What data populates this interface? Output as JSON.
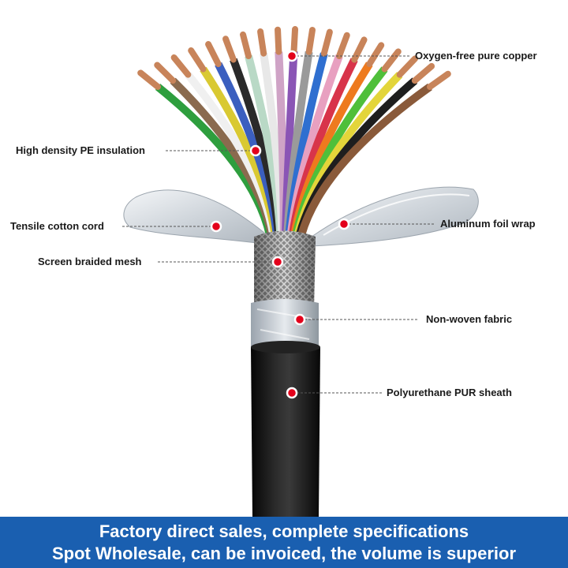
{
  "callouts": {
    "copper": "Oxygen-free pure copper",
    "pe_insulation": "High density PE insulation",
    "cotton_cord": "Tensile cotton cord",
    "foil_wrap": "Aluminum foil wrap",
    "braided_mesh": "Screen braided mesh",
    "non_woven": "Non-woven fabric",
    "pur_sheath": "Polyurethane PUR sheath"
  },
  "banner": {
    "line1": "Factory direct sales, complete specifications",
    "line2": "Spot Wholesale, can be invoiced, the volume is superior"
  },
  "colors": {
    "banner_bg": "#1a5fb0",
    "marker_red": "#e3001b",
    "sheath_black": "#141414",
    "copper": "#c8845a"
  }
}
